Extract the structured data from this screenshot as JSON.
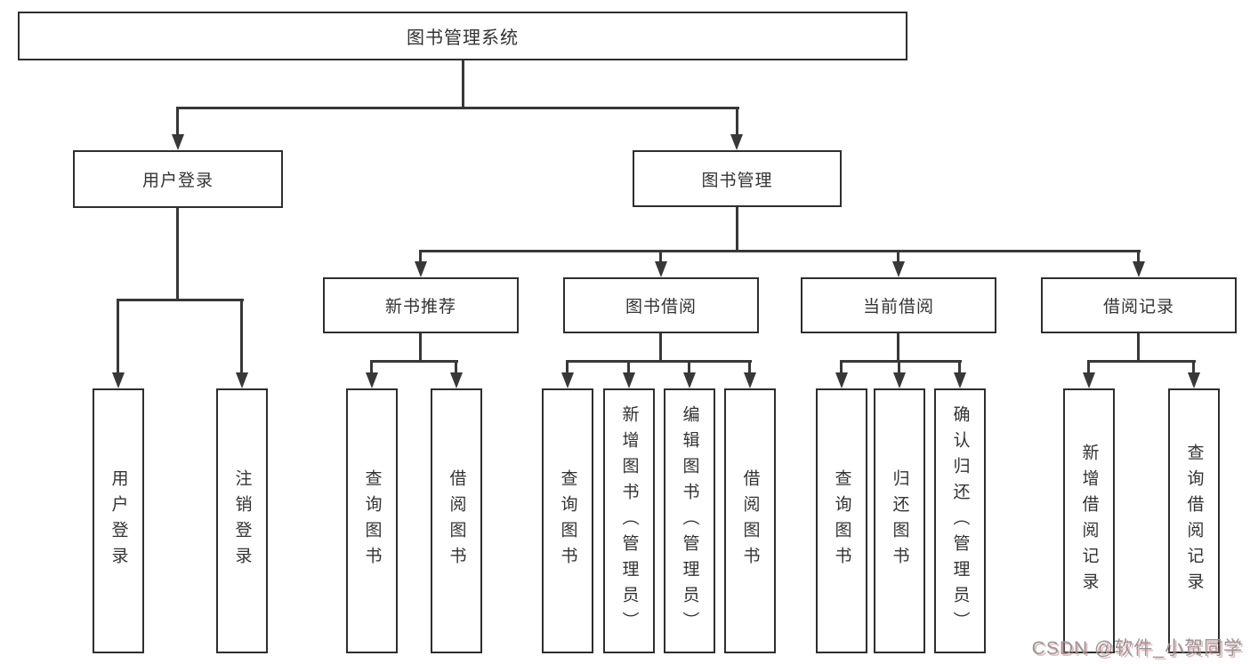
{
  "diagram": {
    "type": "hierarchy-tree",
    "root": {
      "label": "图书管理系统"
    },
    "branches": [
      {
        "label": "用户登录",
        "children": [
          {
            "label": "用户登录"
          },
          {
            "label": "注销登录"
          }
        ]
      },
      {
        "label": "图书管理",
        "children": [
          {
            "label": "新书推荐",
            "children": [
              {
                "label": "查询图书"
              },
              {
                "label": "借阅图书"
              }
            ]
          },
          {
            "label": "图书借阅",
            "children": [
              {
                "label": "查询图书"
              },
              {
                "label": "新增图书（管理员）"
              },
              {
                "label": "编辑图书（管理员）"
              },
              {
                "label": "借阅图书"
              }
            ]
          },
          {
            "label": "当前借阅",
            "children": [
              {
                "label": "查询图书"
              },
              {
                "label": "归还图书"
              },
              {
                "label": "确认归还（管理员）"
              }
            ]
          },
          {
            "label": "借阅记录",
            "children": [
              {
                "label": "新增借阅记录"
              },
              {
                "label": "查询借阅记录"
              }
            ]
          }
        ]
      }
    ]
  },
  "watermark": {
    "text": "CSDN @软件_小贺同学"
  },
  "colors": {
    "line": "#383838",
    "box_border": "#2e2e2e",
    "text": "#333333",
    "background": "#ffffff",
    "watermark_text": "#979797",
    "watermark_shadow": "#d68282"
  }
}
